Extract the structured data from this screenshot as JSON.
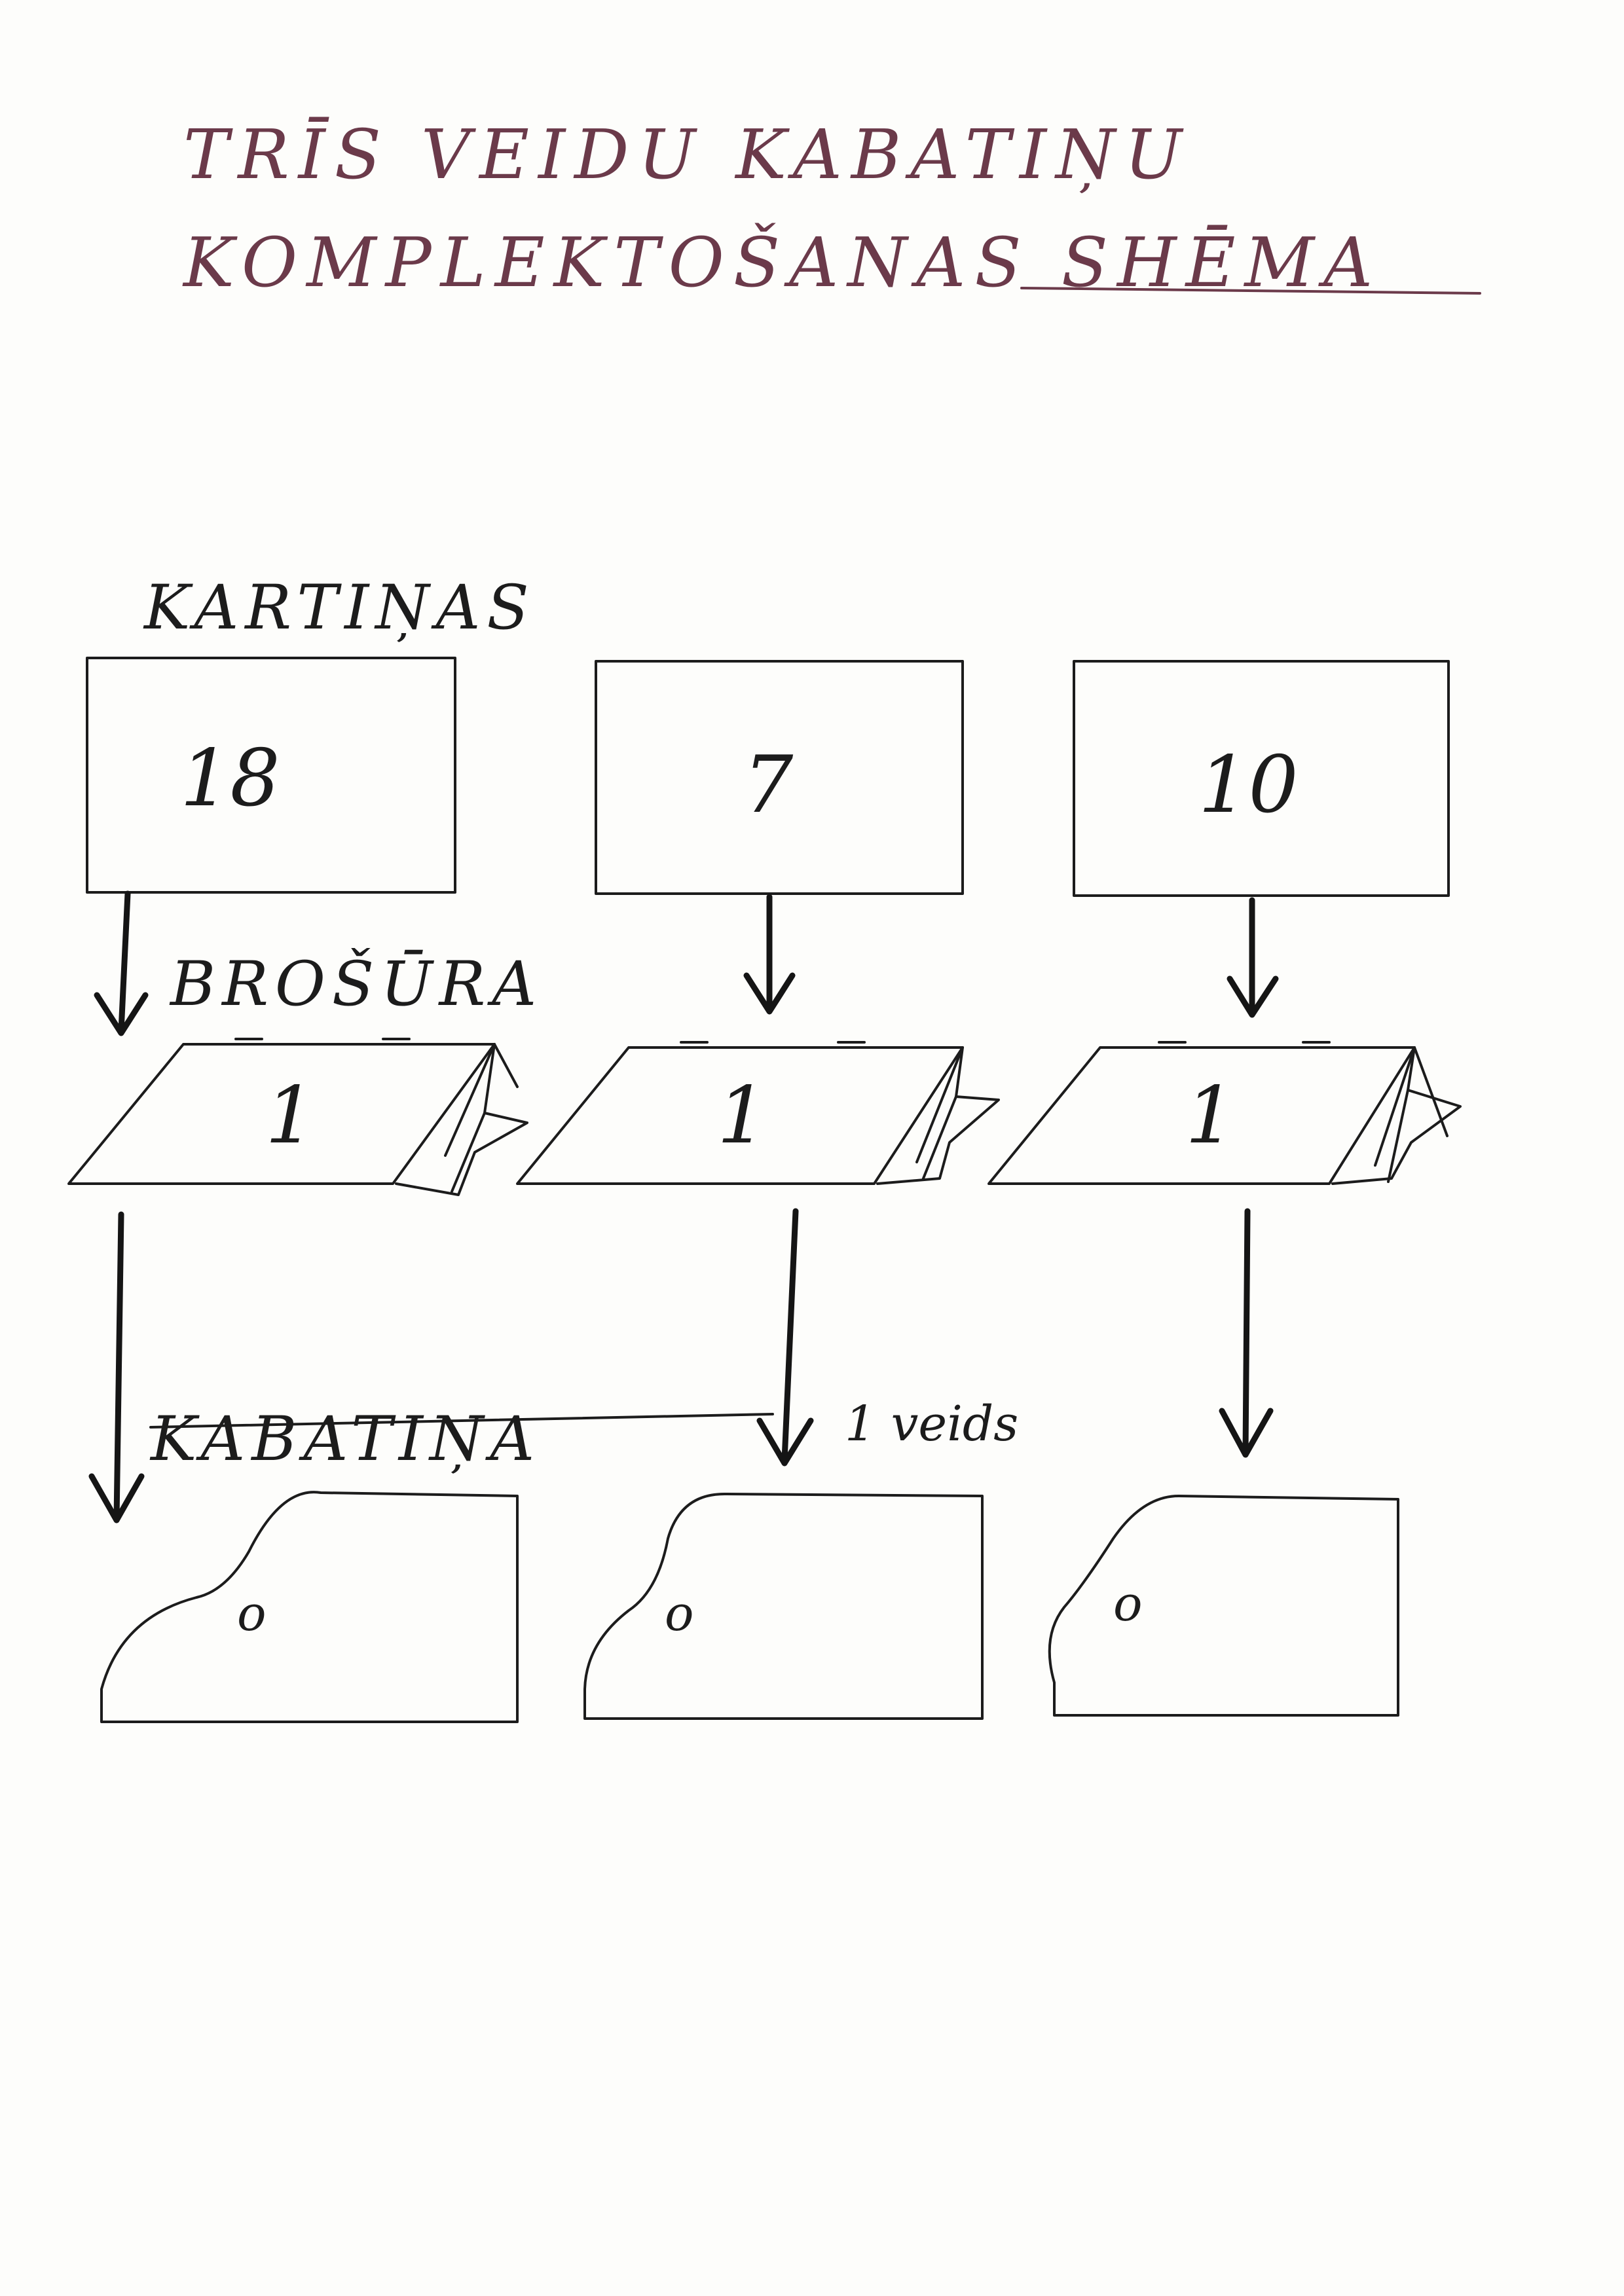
{
  "title": {
    "line1": "TRĪS VEIDU KABATIŅU",
    "line2": "KOMPLEKTOŠANAS SHĒMA"
  },
  "labels": {
    "kartinas": "KARTIŅAS",
    "brosura": "BROŠŪRA",
    "kabatina": "KABATIŅA",
    "veids": "1 veids"
  },
  "columns": [
    {
      "card_count": "18",
      "brochure_count": "1",
      "pocket_mark": "o"
    },
    {
      "card_count": "7",
      "brochure_count": "1",
      "pocket_mark": "o"
    },
    {
      "card_count": "10",
      "brochure_count": "1",
      "pocket_mark": "o"
    }
  ],
  "colors": {
    "title_ink": "#6b3a4a",
    "ink": "#1c1c1c"
  }
}
